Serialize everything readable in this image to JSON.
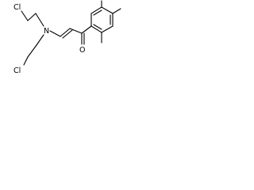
{
  "molecule": {
    "atoms": {
      "cl_top": "Cl",
      "cl_bottom": "Cl",
      "nitrogen": "N",
      "oxygen": "O"
    }
  }
}
